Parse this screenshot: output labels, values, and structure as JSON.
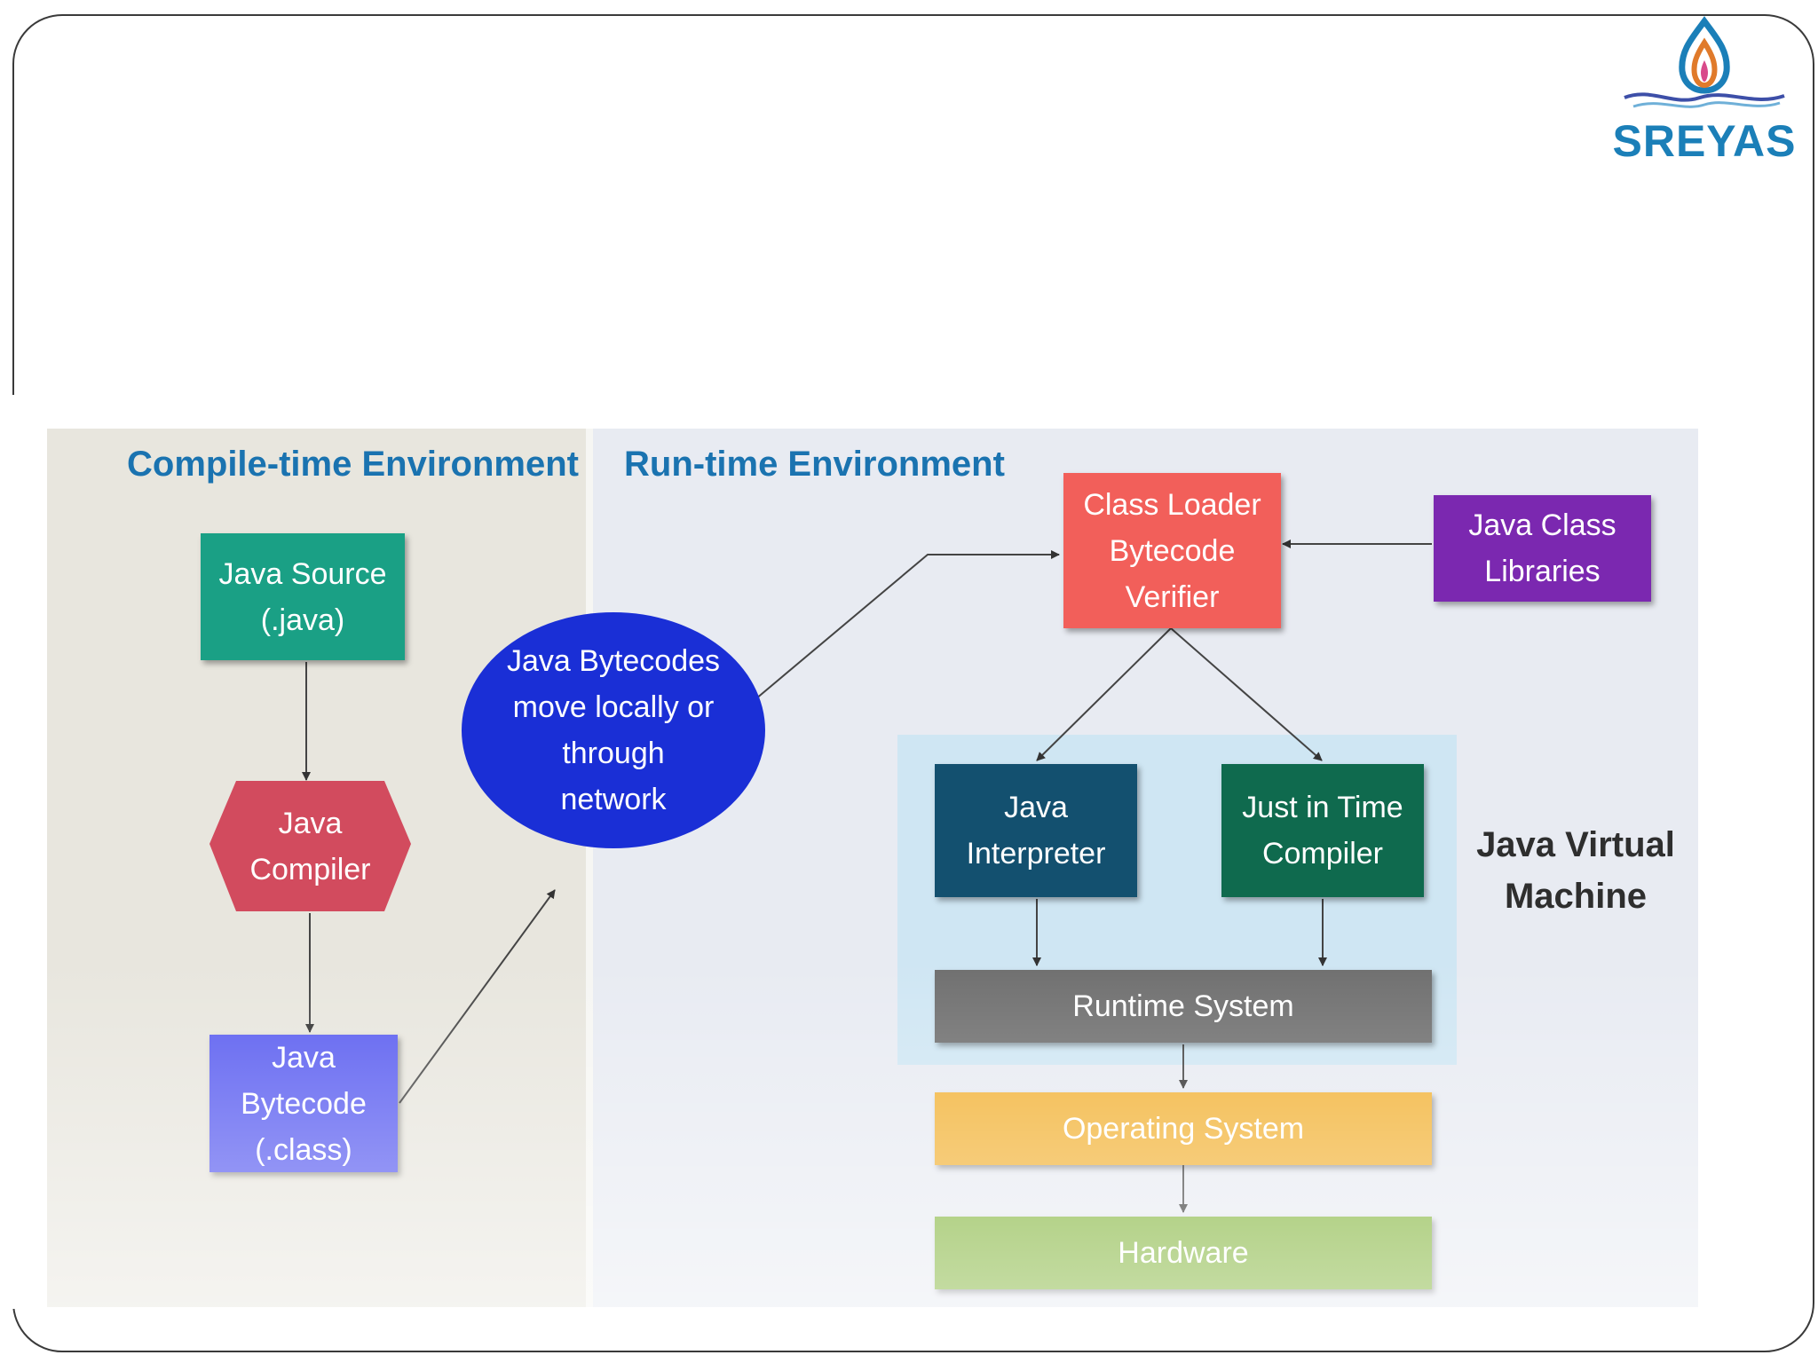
{
  "logo": {
    "text": "SREYAS"
  },
  "headings": {
    "compile_time": "Compile-time Environment",
    "run_time": "Run-time Environment",
    "jvm": "Java Virtual Machine"
  },
  "nodes": {
    "java_source": "Java Source\n(.java)",
    "java_compiler": "Java\nCompiler",
    "java_bytecode": "Java\nBytecode\n(.class)",
    "bytecodes_move": "Java Bytecodes\nmove locally or\nthrough\nnetwork",
    "class_loader": "Class Loader\nBytecode\nVerifier",
    "class_libraries": "Java Class\nLibraries",
    "interpreter": "Java\nInterpreter",
    "jit": "Just in Time\nCompiler",
    "runtime_system": "Runtime System",
    "operating_system": "Operating System",
    "hardware": "Hardware"
  },
  "colors": {
    "java_source": "#1aa085",
    "java_compiler": "#d24b5e",
    "java_bytecode": "#5b5ef0",
    "bytecodes_move": "#1a2fd6",
    "class_loader": "#f25f5a",
    "class_libraries": "#7b28b0",
    "interpreter": "#13506f",
    "jit": "#0f6a4e",
    "runtime_system": "#6f6f6f",
    "operating_system": "#f2b338",
    "hardware": "#82b43a",
    "heading": "#1a73b0",
    "jvm_region": "#cfe6f3"
  }
}
